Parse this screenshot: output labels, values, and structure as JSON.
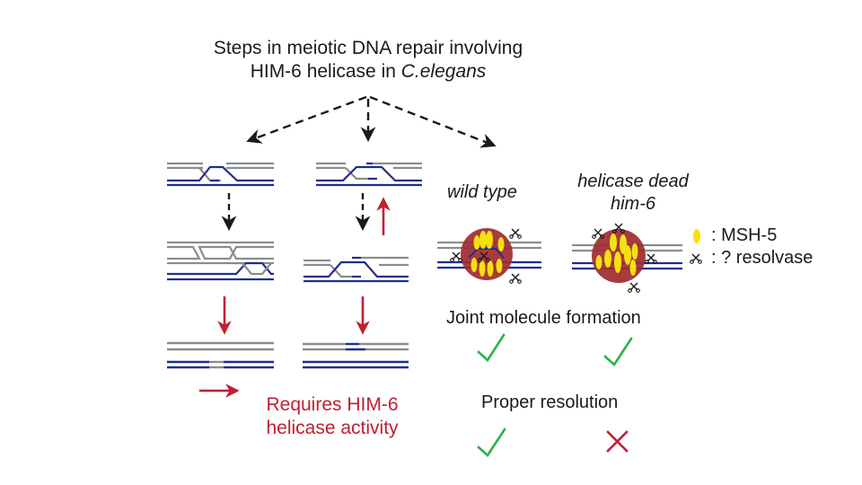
{
  "title": {
    "line1": "Steps in meiotic DNA repair involving",
    "line2_prefix": "HIM-6 helicase in ",
    "line2_species": "C.elegans"
  },
  "conditions": {
    "wild_type": "wild type",
    "helicase_dead_line1": "helicase dead",
    "helicase_dead_line2": "him-6"
  },
  "legend": [
    {
      "icon": "yellow-ellipse-icon",
      "label": ": MSH-5"
    },
    {
      "icon": "scissors-icon",
      "label": ": ? resolvase"
    }
  ],
  "results": [
    {
      "label": "Joint molecule formation",
      "wild_type": "check",
      "helicase_dead": "check"
    },
    {
      "label": "Proper resolution",
      "wild_type": "check",
      "helicase_dead": "cross"
    }
  ],
  "key": {
    "arrow_meaning_line1": "Requires HIM-6",
    "arrow_meaning_line2": "helicase activity"
  },
  "colors": {
    "dna_gray": "#8c8c8c",
    "dna_blue": "#1f2f8f",
    "helicase_red": "#c0202f",
    "check_green": "#2ab34a",
    "jm_circle": "#9e2b2f",
    "msh5_yellow": "#f7e010",
    "text": "#1a1a1a"
  }
}
